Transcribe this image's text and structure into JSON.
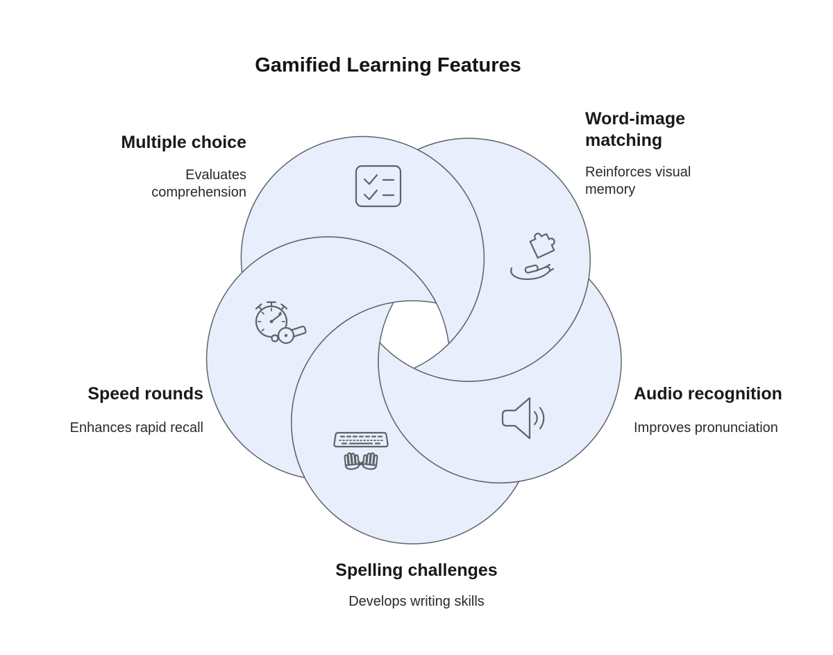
{
  "title": "Gamified Learning Features",
  "features": [
    {
      "title": "Multiple choice",
      "description": "Evaluates comprehension",
      "icon": "checklist-icon"
    },
    {
      "title": "Word-image matching",
      "description": "Reinforces visual memory",
      "icon": "puzzle-hand-icon"
    },
    {
      "title": "Audio recognition",
      "description": "Improves pronunciation",
      "icon": "speaker-icon"
    },
    {
      "title": "Spelling challenges",
      "description": "Develops writing skills",
      "icon": "keyboard-hands-icon"
    },
    {
      "title": "Speed rounds",
      "description": "Enhances rapid recall",
      "icon": "stopwatch-whistle-icon"
    }
  ],
  "colors": {
    "background": "#FFFFFF",
    "petal_fill": "#E8EEFB",
    "petal_stroke": "#5F6368",
    "icon_stroke": "#5F6368",
    "heading_text": "#17191C",
    "body_text": "#27292E"
  }
}
